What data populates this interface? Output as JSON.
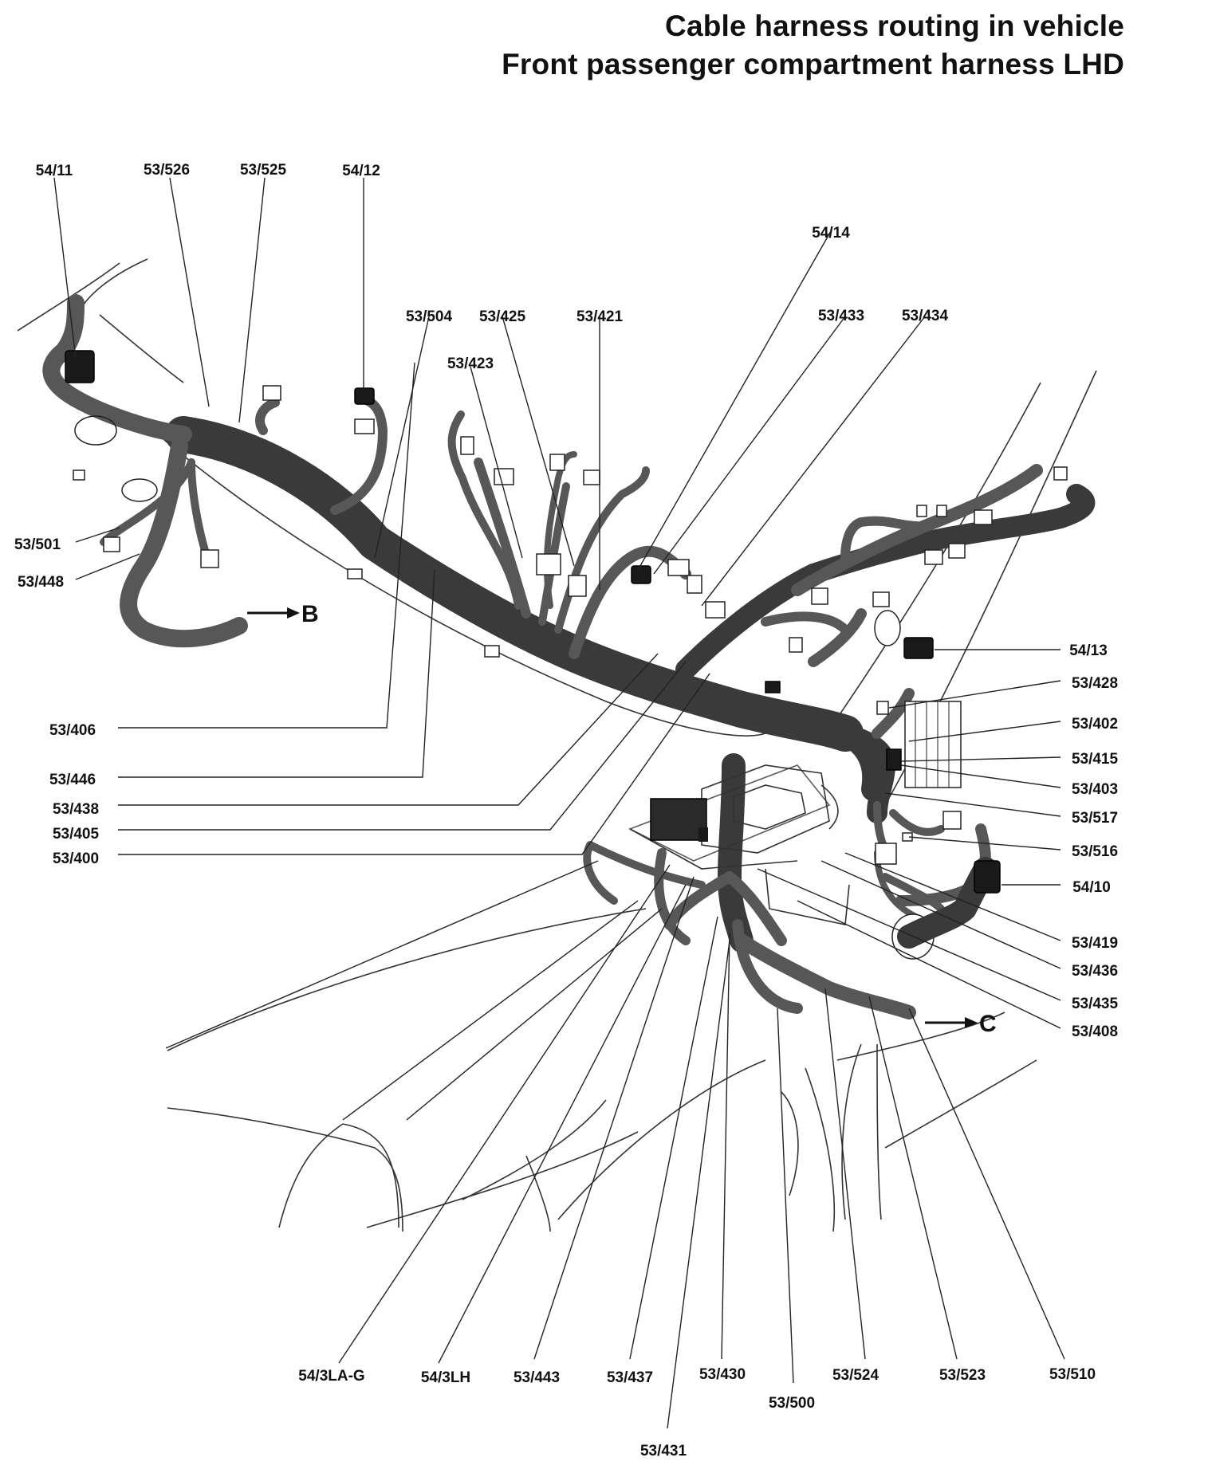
{
  "header": {
    "title": "Cable harness routing in vehicle",
    "subtitle": "Front passenger compartment harness LHD"
  },
  "arrows": {
    "b": "B",
    "c": "C"
  },
  "labels": {
    "l54_11": "54/11",
    "l53_526": "53/526",
    "l53_525": "53/525",
    "l54_12": "54/12",
    "l54_14": "54/14",
    "l53_504": "53/504",
    "l53_425": "53/425",
    "l53_421": "53/421",
    "l53_433": "53/433",
    "l53_434": "53/434",
    "l53_423": "53/423",
    "l53_501": "53/501",
    "l53_448": "53/448",
    "l54_13": "54/13",
    "l53_428": "53/428",
    "l53_402": "53/402",
    "l53_415": "53/415",
    "l53_403": "53/403",
    "l53_517": "53/517",
    "l53_516": "53/516",
    "l54_10": "54/10",
    "l53_419": "53/419",
    "l53_436": "53/436",
    "l53_435": "53/435",
    "l53_408": "53/408",
    "l53_406": "53/406",
    "l53_446": "53/446",
    "l53_438": "53/438",
    "l53_405": "53/405",
    "l53_400": "53/400",
    "l54_3LA_G": "54/3LA-G",
    "l54_3LH": "54/3LH",
    "l53_443": "53/443",
    "l53_437": "53/437",
    "l53_430": "53/430",
    "l53_500": "53/500",
    "l53_524": "53/524",
    "l53_523": "53/523",
    "l53_510": "53/510",
    "l53_431": "53/431"
  }
}
